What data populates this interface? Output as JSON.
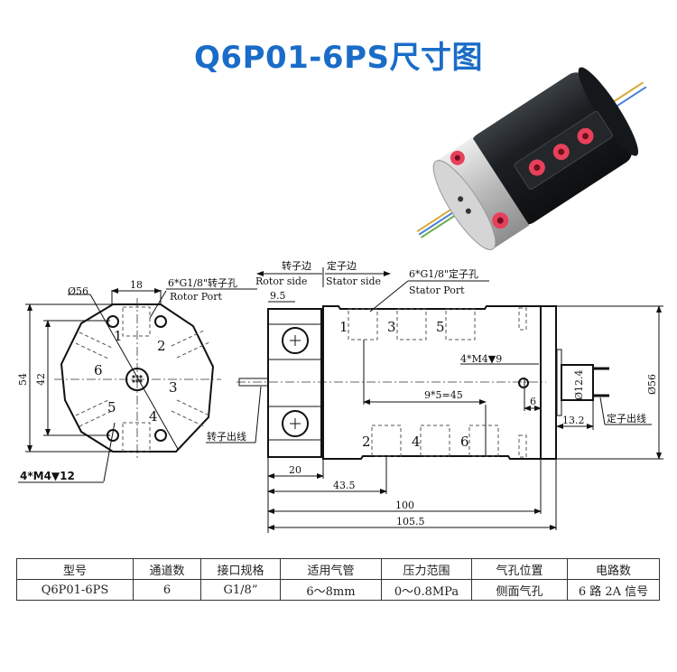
{
  "title": "Q6P01-6PS尺寸图",
  "colors": {
    "title": "#1a6cc8",
    "port": "#e8405a",
    "body": "#1c1f22",
    "flange": "#c9c9c9"
  },
  "product_photo": {
    "description_icon": "slip-ring-photo"
  },
  "front_view": {
    "diameter": "Ø56",
    "dim_width": "18",
    "dim_height_outer": "54",
    "dim_height_inner": "42",
    "rotor_port_cn": "6*G1/8\"转子孔",
    "rotor_port_en": "Rotor Port",
    "mount_holes": "4*M4▼12",
    "port_numbers": [
      "1",
      "2",
      "3",
      "4",
      "5",
      "6"
    ]
  },
  "side_view": {
    "rotor_side_cn": "转子边",
    "stator_side_cn": "定子边",
    "rotor_side_en": "Rotor side",
    "stator_side_en": "Stator side",
    "stator_port_cn": "6*G1/8\"定子孔",
    "stator_port_en": "Stator Port",
    "dim_9_5": "9.5",
    "port_numbers_top": [
      "1",
      "3",
      "5"
    ],
    "port_numbers_bottom": [
      "2",
      "4",
      "6"
    ],
    "mount_holes": "4*M4▼9",
    "pitch": "9*5=45",
    "dim_6": "6",
    "dim_tail_dia": "Ø12.4",
    "dim_13_2": "13.2",
    "diameter": "Ø56",
    "rotor_wire": "转子出线",
    "stator_wire": "定子出线",
    "dim_20": "20",
    "dim_43_5": "43.5",
    "dim_100": "100",
    "dim_105_5": "105.5"
  },
  "spec_table": {
    "headers": [
      "型号",
      "通道数",
      "接口规格",
      "适用气管",
      "压力范围",
      "气孔位置",
      "电路数"
    ],
    "row": [
      "Q6P01-6PS",
      "6",
      "G1/8”",
      "6～8mm",
      "0～0.8MPa",
      "侧面气孔",
      "6 路 2A 信号"
    ]
  }
}
